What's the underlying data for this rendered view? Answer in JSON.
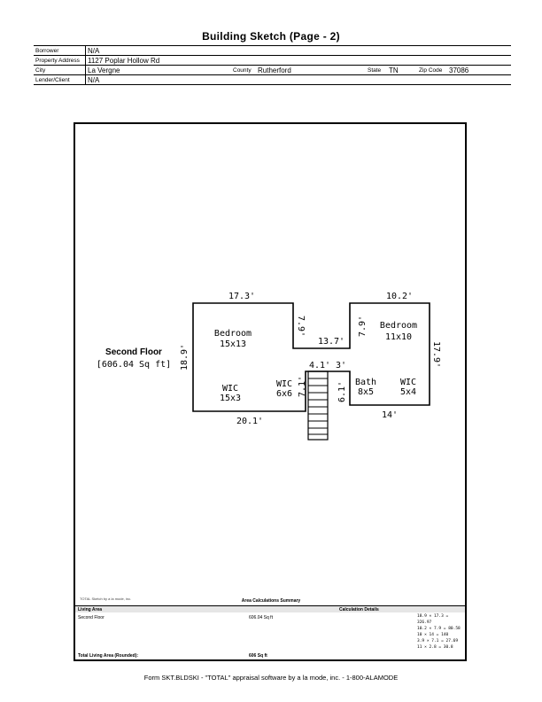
{
  "header": {
    "title": "Building Sketch (Page - 2)",
    "borrower_label": "Borrower",
    "borrower": "N/A",
    "address_label": "Property Address",
    "address": "1127 Poplar Hollow Rd",
    "city_label": "City",
    "city": "La Vergne",
    "county_label": "County",
    "county": "Rutherford",
    "state_label": "State",
    "state": "TN",
    "zip_label": "Zip Code",
    "zip": "37086",
    "lender_label": "Lender/Client",
    "lender": "N/A"
  },
  "sketch": {
    "floor_name": "Second Floor",
    "floor_area": "[606.04 Sq ft]",
    "dims": {
      "top_left": "17.3'",
      "top_right": "10.2'",
      "left": "18.9'",
      "right": "17.9'",
      "bottom_left": "20.1'",
      "bottom_right": "14'",
      "mid": "13.7'",
      "notch_left": "7.9'",
      "notch_right": "7.9'",
      "stair_top_left": "4.1'",
      "stair_top_right": "3'",
      "stair_left": "7.1'",
      "stair_right": "6.1'"
    },
    "rooms": {
      "bed1_name": "Bedroom",
      "bed1_size": "15x13",
      "bed2_name": "Bedroom",
      "bed2_size": "11x10",
      "wic1_name": "WIC",
      "wic1_size": "15x3",
      "wic2_name": "WIC",
      "wic2_size": "6x6",
      "bath_name": "Bath",
      "bath_size": "8x5",
      "wic3_name": "WIC",
      "wic3_size": "5x4"
    }
  },
  "summary": {
    "brand_note": "TOTAL Sketch by a la mode, inc.",
    "title": "Area Calculations Summary",
    "living_area_label": "Living Area",
    "calc_details_label": "Calculation Details",
    "floor": "Second Floor",
    "floor_value": "606.04 Sq ft",
    "calcs": [
      "18.9 × 17.3  =  326.97",
      "10.2 × 7.9   =   80.58",
      "10 × 14      =     140",
      "3.9 × 7.1    =   27.69",
      "11 × 2.8     =    30.8"
    ],
    "total_label": "Total Living Area (Rounded):",
    "total_value": "606 Sq ft"
  },
  "footer": "Form SKT.BLDSKI - \"TOTAL\" appraisal software by a la mode, inc. - 1-800-ALAMODE"
}
